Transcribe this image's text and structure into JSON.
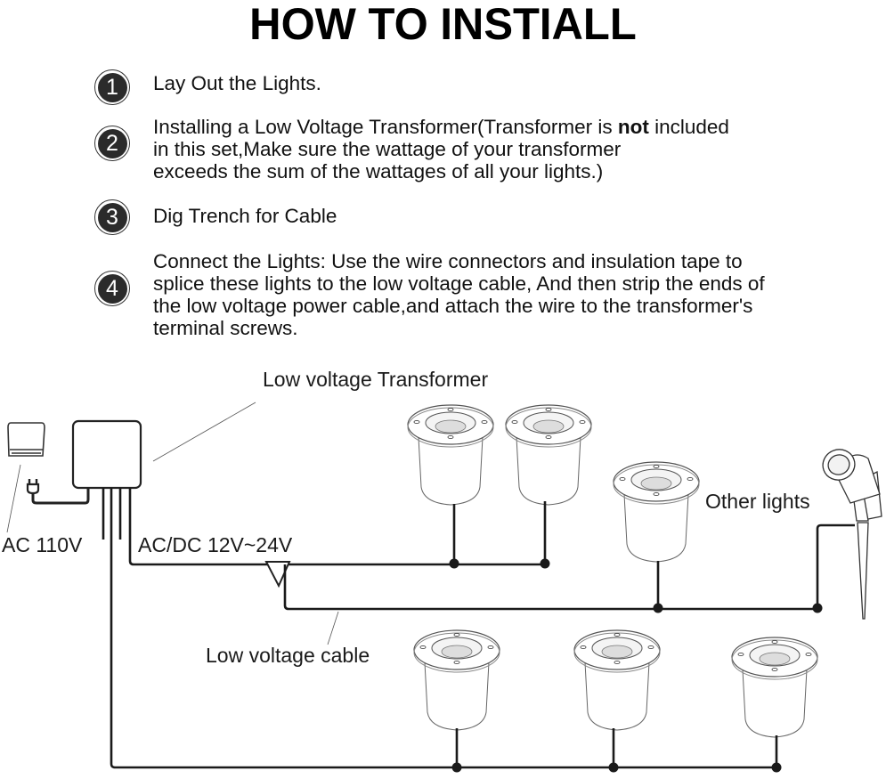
{
  "title": "HOW TO INSTIALL",
  "steps": [
    {
      "number": "1",
      "lines": [
        "Lay Out the Lights."
      ]
    },
    {
      "number": "2",
      "line1_pre": "Installing a Low Voltage Transformer(Transformer is ",
      "line1_bold": "not",
      "line1_post": " included",
      "line2": "in this set,Make sure the wattage of your transformer",
      "line3": "exceeds the sum of the wattages of all your lights.)"
    },
    {
      "number": "3",
      "lines": [
        "Dig Trench for Cable"
      ]
    },
    {
      "number": "4",
      "lines": [
        "Connect the Lights: Use the wire connectors and insulation tape to",
        "splice these lights to the low voltage cable, And then strip the ends of",
        "the low voltage power cable,and attach the wire to the transformer's",
        "terminal screws."
      ]
    }
  ],
  "diagram": {
    "labels": {
      "transformer": "Low voltage Transformer",
      "ac_input": "AC 110V",
      "output": "AC/DC 12V~24V",
      "cable": "Low voltage cable",
      "other_lights": "Other lights"
    },
    "components": {
      "outlet": "wall-outlet-icon",
      "plug": "plug-icon",
      "transformer": "transformer-box",
      "inground_lights_count": 6,
      "spike_lights_count": 1
    }
  }
}
